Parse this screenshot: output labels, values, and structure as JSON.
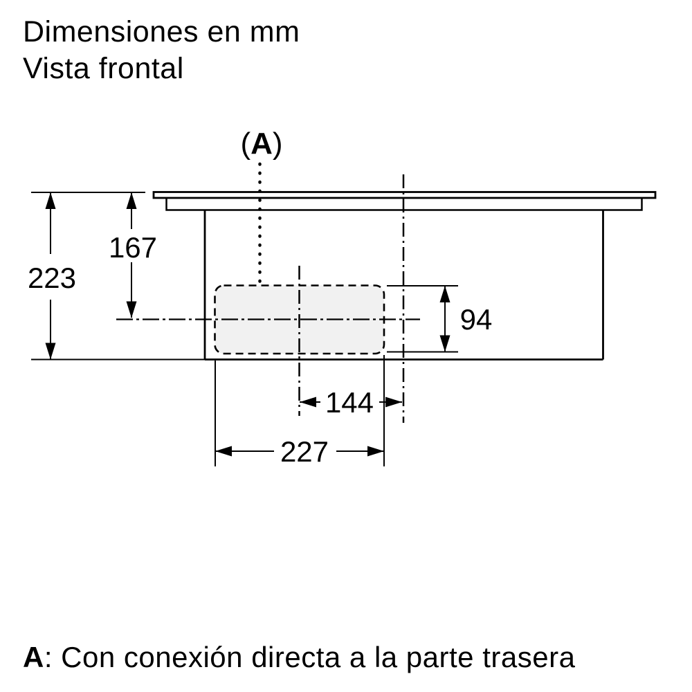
{
  "title": {
    "line1": "Dimensiones en mm",
    "line2": "Vista frontal"
  },
  "diagram": {
    "connection_label": {
      "open_paren": "(",
      "letter": "A",
      "close_paren": ")"
    },
    "dimensions": {
      "total_depth": "223",
      "body_depth": "167",
      "duct_depth": "94",
      "center_offset": "144",
      "duct_width": "227"
    }
  },
  "footnote": {
    "key": "A",
    "rest": ": Con conexión directa a la parte trasera"
  },
  "colors": {
    "line": "#000000",
    "duct_fill": "#f1f1f1",
    "background": "#ffffff"
  }
}
